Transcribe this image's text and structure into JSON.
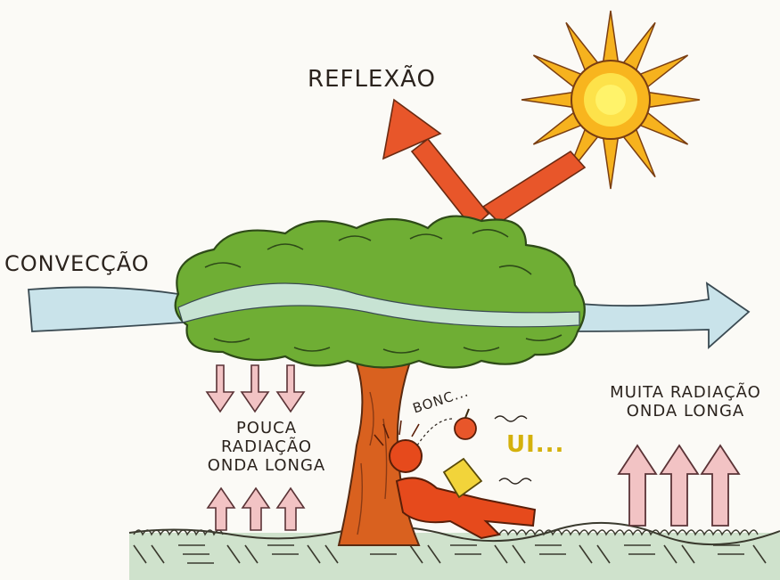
{
  "labels": {
    "reflexao": "REFLEXÃO",
    "conveccao": "CONVECÇÃO",
    "pouca_line1": "POUCA",
    "pouca_line2": "RADIAÇÃO",
    "pouca_line3": "ONDA LONGA",
    "muita_line1": "MUITA RADIAÇÃO",
    "muita_line2": "ONDA LONGA",
    "bonc": "BONC...",
    "ui": "UI..."
  },
  "colors": {
    "sun": "#f6b21e",
    "sun_core": "#fff36a",
    "reflection_arrow": "#e8562a",
    "tree_leaves": "#6fae34",
    "tree_trunk": "#d9611f",
    "convection_arrow": "#c9e3ea",
    "radiation_arrow": "#f2c3c4",
    "ground": "#cfe2cc",
    "person": "#e64a1c",
    "book": "#f2d43a"
  },
  "icons": [
    "sun-icon",
    "tree-icon",
    "person-icon",
    "apple-icon",
    "book-icon"
  ]
}
